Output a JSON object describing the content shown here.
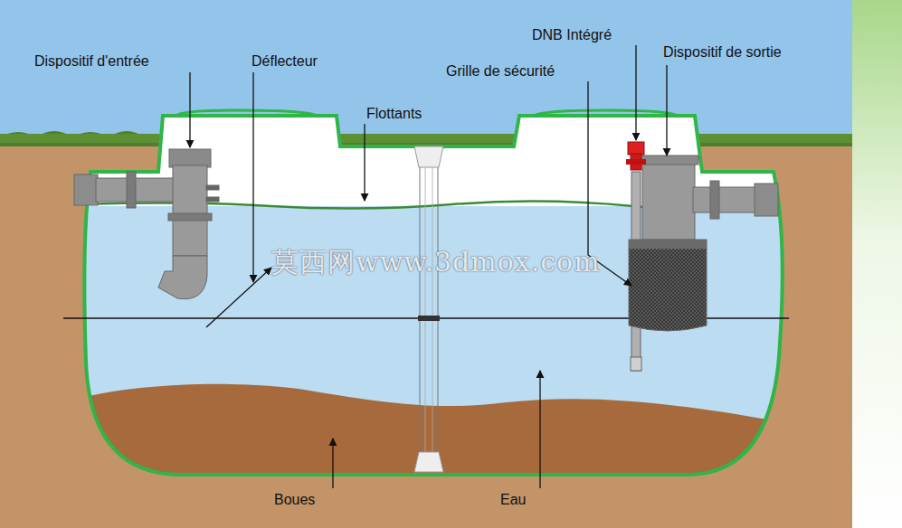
{
  "diagram": {
    "labels": [
      "Dispositif d'entrée",
      "Déflecteur",
      "Flottants",
      "DNB Intégré",
      "Grille de sécurité",
      "Dispositif de sortie",
      "Boues",
      "Eau",
      "莫西网www.3dmox.com"
    ]
  }
}
